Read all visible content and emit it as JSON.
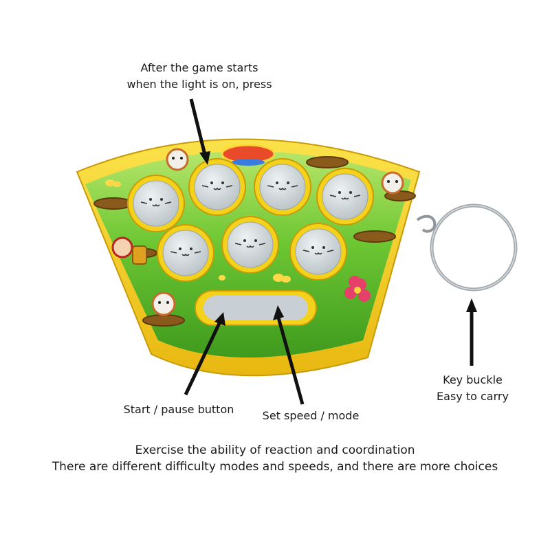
{
  "annotations": {
    "game_start": [
      "After the game starts",
      "when the light is on, press"
    ],
    "start_pause": "Start / pause button",
    "speed_mode": "Set speed / mode",
    "key_buckle": [
      "Key buckle",
      "Easy to carry"
    ]
  },
  "caption": [
    "Exercise the ability of reaction and coordination",
    "There are different difficulty modes and speeds, and there are more choices"
  ],
  "colors": {
    "shell": "#f4d21c",
    "board": "#5cb82a",
    "board_light": "#9ee04a",
    "mole": "#cfd6d8",
    "ring": "#8e959b",
    "arrow": "#111111"
  }
}
